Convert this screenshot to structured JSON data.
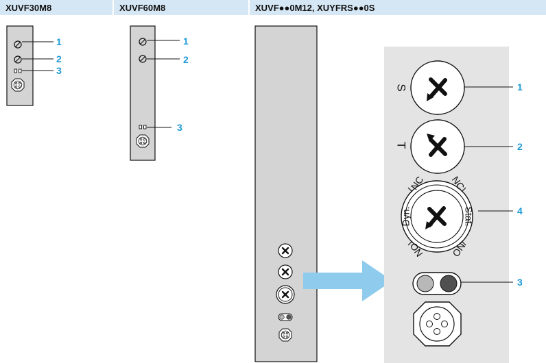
{
  "headers": [
    "XUVF30M8",
    "XUVF60M8",
    "XUVF●●0M12, XUYFRS●●0S"
  ],
  "callouts": {
    "one": "1",
    "two": "2",
    "three": "3",
    "four": "4"
  },
  "knob_labels": {
    "s": "S",
    "t": "T"
  },
  "dial_labels": {
    "dyn": "Dyn.",
    "stat": "Stat.",
    "nc": "NC",
    "no": "NO"
  },
  "colors": {
    "header_bg": "#d5e7f5",
    "callout": "#1c9ad6",
    "panel": "#d4d4d4",
    "detail_panel": "#e4e4e4",
    "arrow": "#8fcbec"
  }
}
